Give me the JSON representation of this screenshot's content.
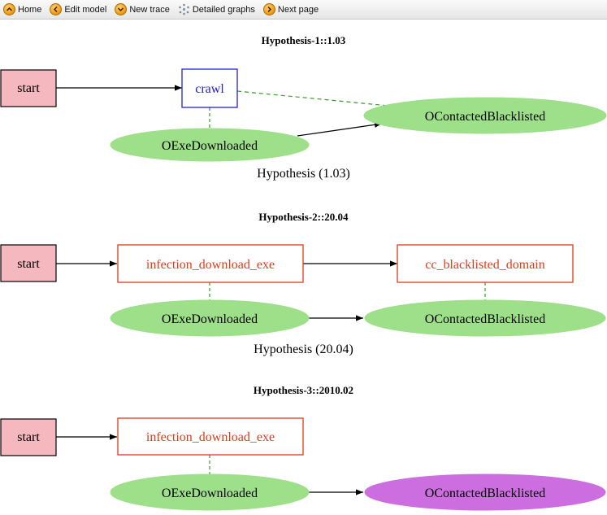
{
  "toolbar": {
    "items": [
      {
        "label": "Home",
        "icon": "chevron-up-icon"
      },
      {
        "label": "Edit model",
        "icon": "chevron-left-icon"
      },
      {
        "label": "New trace",
        "icon": "chevron-down-icon"
      },
      {
        "label": "Detailed graphs",
        "icon": "sparkle-icon"
      },
      {
        "label": "Next page",
        "icon": "chevron-right-icon"
      }
    ]
  },
  "graphs": [
    {
      "title": "Hypothesis-1::1.03",
      "caption": "Hypothesis (1.03)",
      "nodes": {
        "start": "start",
        "action": "crawl",
        "obs1": "OExeDownloaded",
        "obs2": "OContactedBlacklisted"
      }
    },
    {
      "title": "Hypothesis-2::20.04",
      "caption": "Hypothesis (20.04)",
      "nodes": {
        "start": "start",
        "action1": "infection_download_exe",
        "action2": "cc_blacklisted_domain",
        "obs1": "OExeDownloaded",
        "obs2": "OContactedBlacklisted"
      }
    },
    {
      "title": "Hypothesis-3::2010.02",
      "nodes": {
        "start": "start",
        "action": "infection_download_exe",
        "obs1": "OExeDownloaded",
        "obs2": "OContactedBlacklisted"
      }
    }
  ],
  "colors": {
    "start_fill": "#f4b8be",
    "obs_fill": "#9ee08a",
    "obs_highlight": "#cc6ee0",
    "crawl_stroke": "#2020e0",
    "action_stroke": "#e03a1a",
    "dashed_edge": "#3a9a2a"
  }
}
